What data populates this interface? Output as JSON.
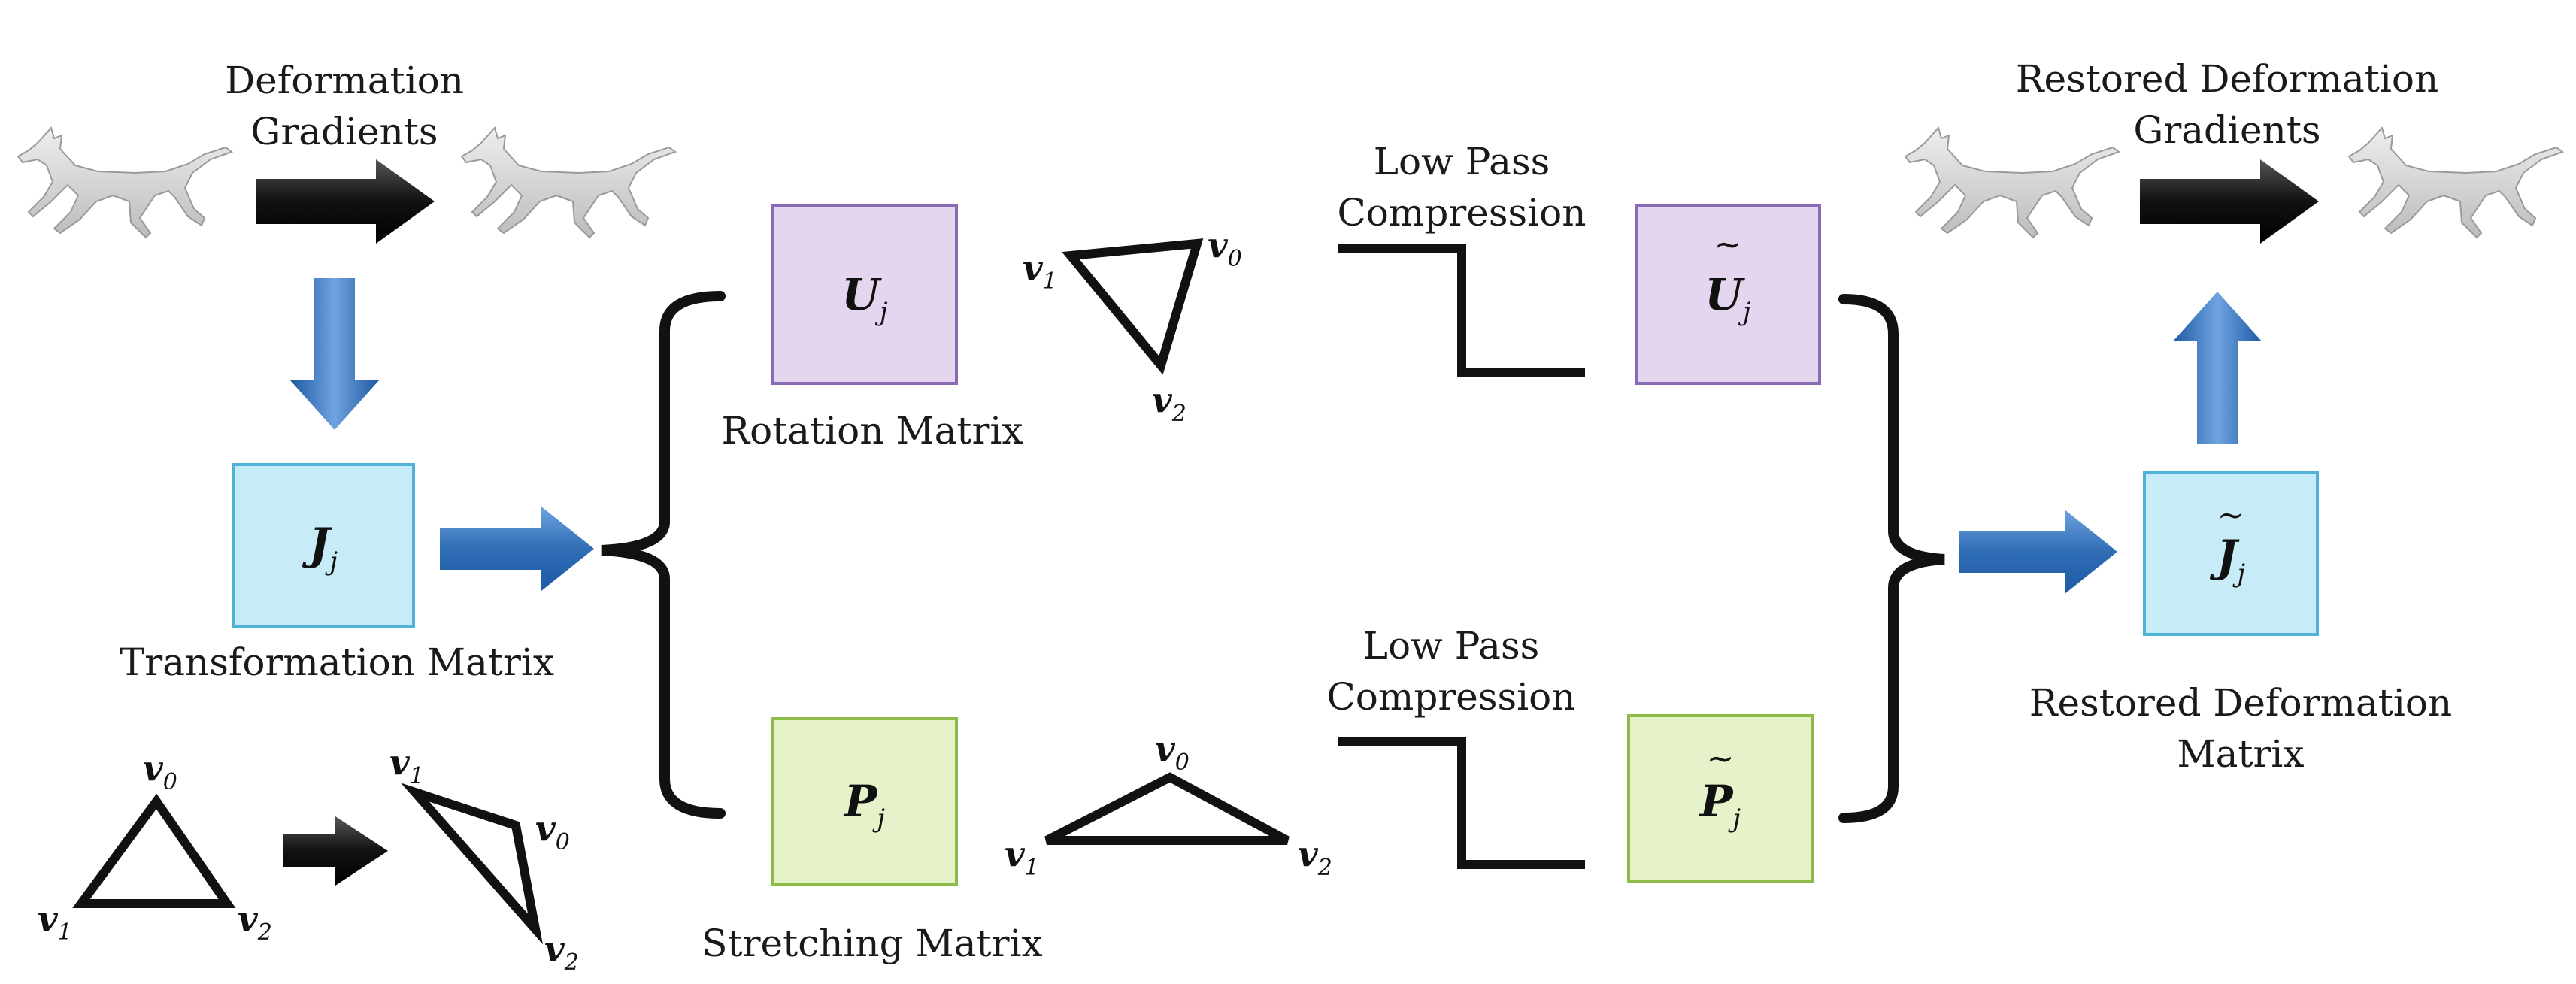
{
  "labels": {
    "deformation_gradients_1": "Deformation",
    "deformation_gradients_2": "Gradients",
    "restored_gradients_1": "Restored Deformation",
    "restored_gradients_2": "Gradients",
    "transformation_matrix": "Transformation Matrix",
    "rotation_matrix": "Rotation Matrix",
    "stretching_matrix": "Stretching Matrix",
    "low_pass_1a": "Low Pass",
    "low_pass_1b": "Compression",
    "low_pass_2a": "Low Pass",
    "low_pass_2b": "Compression",
    "restored_matrix_1": "Restored Deformation",
    "restored_matrix_2": "Matrix"
  },
  "boxes": {
    "J": {
      "symbol": "J",
      "sub": "j",
      "fill": "#c8ecf7",
      "stroke": "#4fb3d9"
    },
    "U": {
      "symbol": "U",
      "sub": "j",
      "fill": "#e3d6ee",
      "stroke": "#8a6bb3"
    },
    "P": {
      "symbol": "P",
      "sub": "j",
      "fill": "#e6f2c9",
      "stroke": "#8dbb4a"
    },
    "U_tilde": {
      "symbol": "U",
      "sub": "j",
      "fill": "#e3d6ee",
      "stroke": "#8a6bb3"
    },
    "P_tilde": {
      "symbol": "P",
      "sub": "j",
      "fill": "#e6f2c9",
      "stroke": "#8dbb4a"
    },
    "J_tilde": {
      "symbol": "J",
      "sub": "j",
      "fill": "#c8ecf7",
      "stroke": "#4fb3d9"
    }
  },
  "vertices": {
    "v": "v",
    "i0": "0",
    "i1": "1",
    "i2": "2"
  },
  "colors": {
    "blue_arrow": "#2f6db5",
    "black_arrow": "#111111",
    "horse": "#d2d2d2"
  },
  "icons": [
    "horse-silhouette",
    "down-arrow",
    "right-arrow",
    "up-arrow",
    "curly-brace",
    "triangle",
    "step-function"
  ]
}
